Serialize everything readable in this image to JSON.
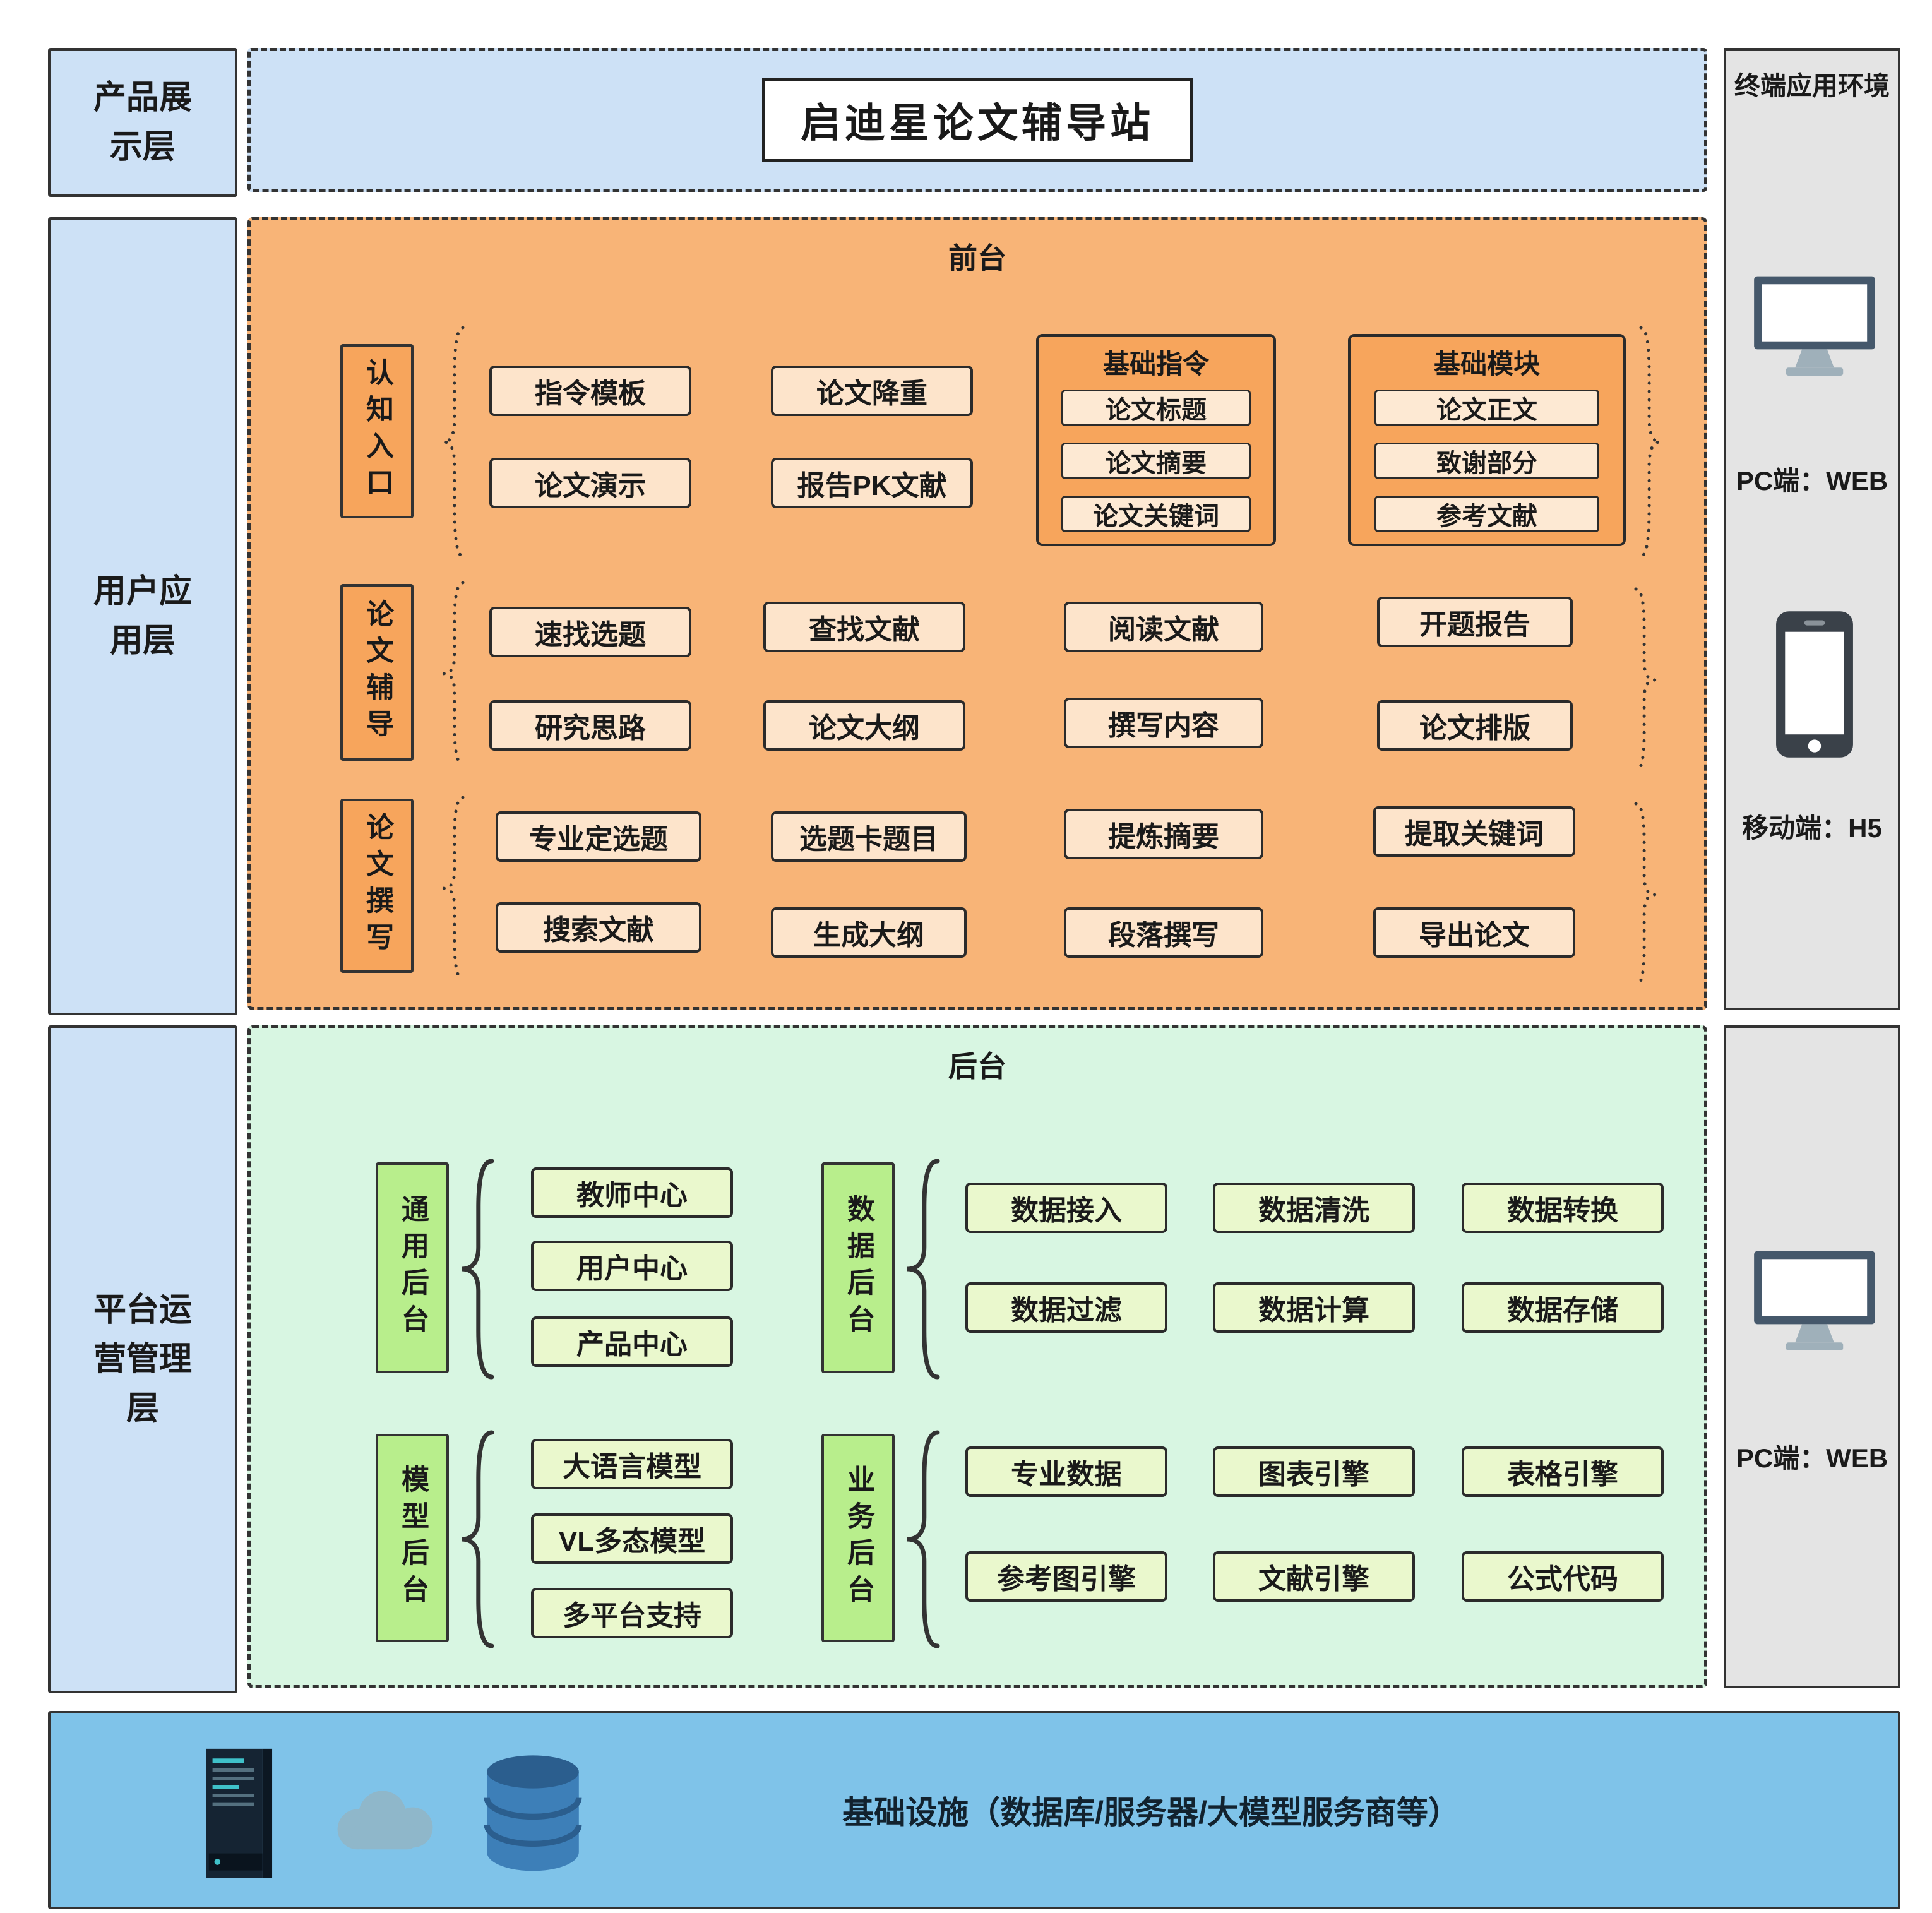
{
  "title": "启迪星论文辅导站",
  "layers": [
    {
      "label": "产品展示层"
    },
    {
      "label": "用户应用层"
    },
    {
      "label": "平台运营管理层"
    }
  ],
  "terminal": {
    "title": "终端应用环境",
    "pc_web": "PC端：WEB",
    "mobile_h5": "移动端：H5",
    "pc_web2": "PC端：WEB"
  },
  "frontend": {
    "title": "前台",
    "groups": [
      {
        "label": "认知入口",
        "items": [
          "指令模板",
          "论文演示",
          "论文降重",
          "报告PK文献"
        ],
        "subgroups": [
          {
            "title": "基础指令",
            "items": [
              "论文标题",
              "论文摘要",
              "论文关键词"
            ]
          },
          {
            "title": "基础模块",
            "items": [
              "论文正文",
              "致谢部分",
              "参考文献"
            ]
          }
        ]
      },
      {
        "label": "论文辅导",
        "items": [
          "速找选题",
          "研究思路",
          "查找文献",
          "论文大纲",
          "阅读文献",
          "撰写内容",
          "开题报告",
          "论文排版"
        ]
      },
      {
        "label": "论文撰写",
        "items": [
          "专业定选题",
          "搜索文献",
          "选题卡题目",
          "生成大纲",
          "提炼摘要",
          "段落撰写",
          "提取关键词",
          "导出论文"
        ]
      }
    ]
  },
  "backend": {
    "title": "后台",
    "groups": [
      {
        "label": "通用后台",
        "items": [
          "教师中心",
          "用户中心",
          "产品中心"
        ]
      },
      {
        "label": "数据后台",
        "items": [
          "数据接入",
          "数据清洗",
          "数据转换",
          "数据过滤",
          "数据计算",
          "数据存储"
        ]
      },
      {
        "label": "模型后台",
        "items": [
          "大语言模型",
          "VL多态模型",
          "多平台支持"
        ]
      },
      {
        "label": "业务后台",
        "items": [
          "专业数据",
          "图表引擎",
          "表格引擎",
          "参考图引擎",
          "文献引擎",
          "公式代码"
        ]
      }
    ]
  },
  "infrastructure": {
    "label": "基础设施（数据库/服务器/大模型服务商等）"
  },
  "colors": {
    "layer_fill": "#cde1f6",
    "banner_fill": "#cde1f6",
    "frontend_fill": "#f8b477",
    "frontend_label_fill": "#f7a55c",
    "frontend_item_fill": "#fde4cb",
    "backend_fill": "#d8f6e2",
    "backend_label_fill": "#b8ee8c",
    "backend_item_fill": "#eaf8cd",
    "terminal_fill": "#e4e4e4",
    "infra_fill": "#7fc3e9",
    "border": "#333333"
  }
}
